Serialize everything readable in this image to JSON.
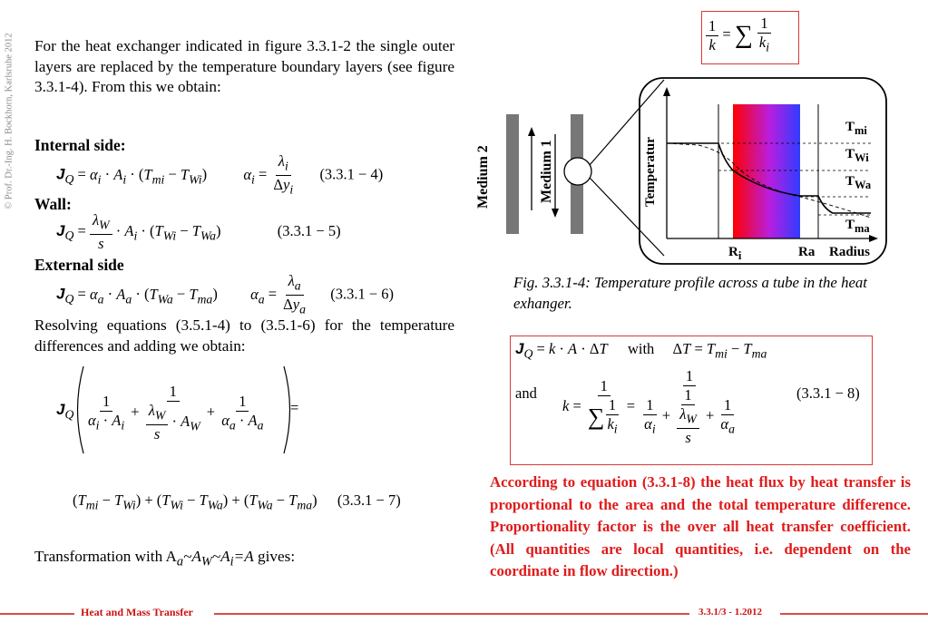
{
  "vertical_credit": "© Prof. Dr.-Ing. H. Bockhorn, Karlsruhe 2012",
  "intro": "For the heat exchanger indicated in figure 3.3.1-2 the single outer layers are replaced by the temperature boundary layers (see figure 3.3.1-4). From this we obtain:",
  "internal_heading": "Internal side:",
  "eq4_number": "(3.3.1 − 4)",
  "wall_heading": "Wall:",
  "eq5_number": "(3.3.1 − 5)",
  "external_heading": "External side",
  "eq6_number": "(3.3.1 − 6)",
  "resolving": "Resolving equations (3.5.1-4) to (3.5.1-6) for the temperature differences and adding we obtain:",
  "eq7_number": "(3.3.1 − 7)",
  "transformation": "Transformation with A",
  "transformation_tail": " gives:",
  "figure": {
    "medium2": "Medium 2",
    "medium1": "Medium 1",
    "ylabel": "Temperatur",
    "t_mi": "T",
    "t_mi_sub": "mi",
    "t_wi": "T",
    "t_wi_sub": "Wi",
    "t_wa": "T",
    "t_wa_sub": "Wa",
    "t_ma": "T",
    "t_ma_sub": "ma",
    "ri": "R",
    "ri_sub": "i",
    "ra": "Ra",
    "radius": "Radius"
  },
  "caption": "Fig. 3.3.1-4: Temperature profile across a tube in the heat exhanger.",
  "box2_with": "with",
  "box2_and": "and",
  "eq8_number": "(3.3.1 − 8)",
  "red_paragraph": "According to equation (3.3.1-8) the heat flux by heat transfer is proportional to the area and the total temperature difference. Proportionality factor is the over all heat transfer coefficient. (All quantities are local quantities, i.e. dependent on the coordinate in flow direction.)",
  "footer": {
    "left": "Heat and Mass Transfer",
    "right": "3.3.1/3 - 1.2012"
  },
  "colors": {
    "accent_red": "#e01b1b",
    "footer_red": "#cc1111",
    "box_red": "#d63a3a"
  }
}
